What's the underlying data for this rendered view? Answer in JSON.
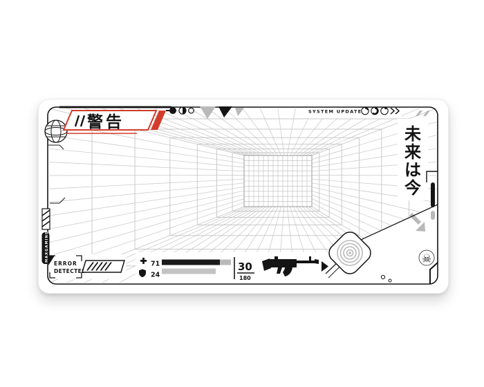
{
  "pad": {
    "warning": {
      "label": "警告"
    },
    "status": {
      "system_update": "SYSTEM UPDATE"
    },
    "future": {
      "text": "未来は今",
      "chars": [
        "未",
        "来",
        "は",
        "今"
      ]
    },
    "error": {
      "line1": "ERROR",
      "line2": "DETECTED"
    },
    "hud": {
      "health": "71",
      "armor": "24",
      "ammo_current": "30",
      "ammo_reserve": "180"
    },
    "brand": {
      "vertical_text": "MAXGAMING"
    },
    "icons": {
      "health": "plus-icon",
      "armor": "shield-icon",
      "weapon": "ak47-icon",
      "skull": "skull-icon",
      "globe": "globe-icon",
      "target": "spiral-target-icon"
    },
    "colors": {
      "accent_red": "#d23c2a",
      "ink": "#141414",
      "gray": "#b9b9b9",
      "grid": "#cccccc"
    }
  }
}
